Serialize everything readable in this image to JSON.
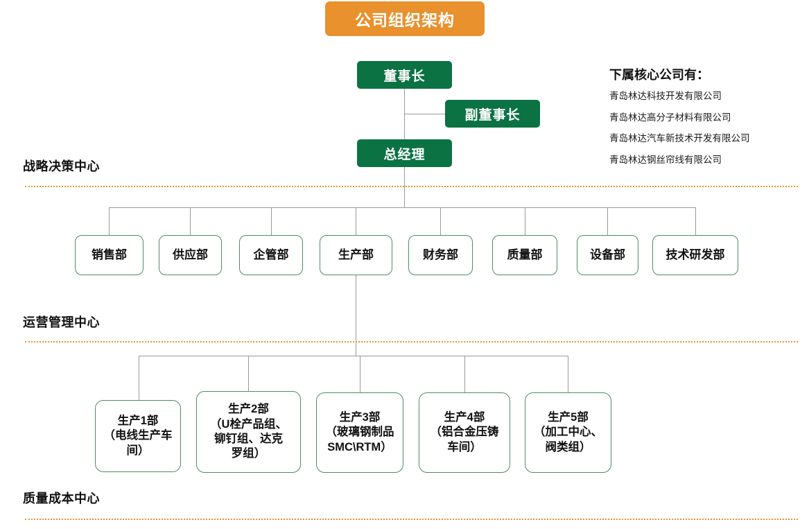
{
  "title": "公司组织架构",
  "colors": {
    "title_bg": "#e8912d",
    "exec_bg": "#0b7243",
    "box_border": "#4e8d66",
    "divider": "#e8912d",
    "connector": "#9a9a9a",
    "text": "#111111"
  },
  "executives": [
    {
      "label": "董事长"
    },
    {
      "label": "副董事长"
    },
    {
      "label": "总经理"
    }
  ],
  "sections": [
    {
      "label": "战略决策中心"
    },
    {
      "label": "运营管理中心"
    },
    {
      "label": "质量成本中心"
    }
  ],
  "departments": [
    {
      "label": "销售部"
    },
    {
      "label": "供应部"
    },
    {
      "label": "企管部"
    },
    {
      "label": "生产部"
    },
    {
      "label": "财务部"
    },
    {
      "label": "质量部"
    },
    {
      "label": "设备部"
    },
    {
      "label": "技术研发部"
    }
  ],
  "production_units": [
    {
      "label": "生产1部\n（电线生产车\n间）"
    },
    {
      "label": "生产2部\n（U栓产品组、\n铆钉组、达克\n罗组）"
    },
    {
      "label": "生产3部\n（玻璃钢制品\nSMC\\RTM）"
    },
    {
      "label": "生产4部\n（铝合金压铸\n车间）"
    },
    {
      "label": "生产5部\n（加工中心、\n阀类组）"
    }
  ],
  "subsidiaries": {
    "heading": "下属核心公司有：",
    "items": [
      {
        "name": "青岛林达科技开发有限公司"
      },
      {
        "name": "青岛林达高分子材料有限公司"
      },
      {
        "name": "青岛林达汽车新技术开发有限公司"
      },
      {
        "name": "青岛林达钢丝帘线有限公司"
      }
    ]
  }
}
